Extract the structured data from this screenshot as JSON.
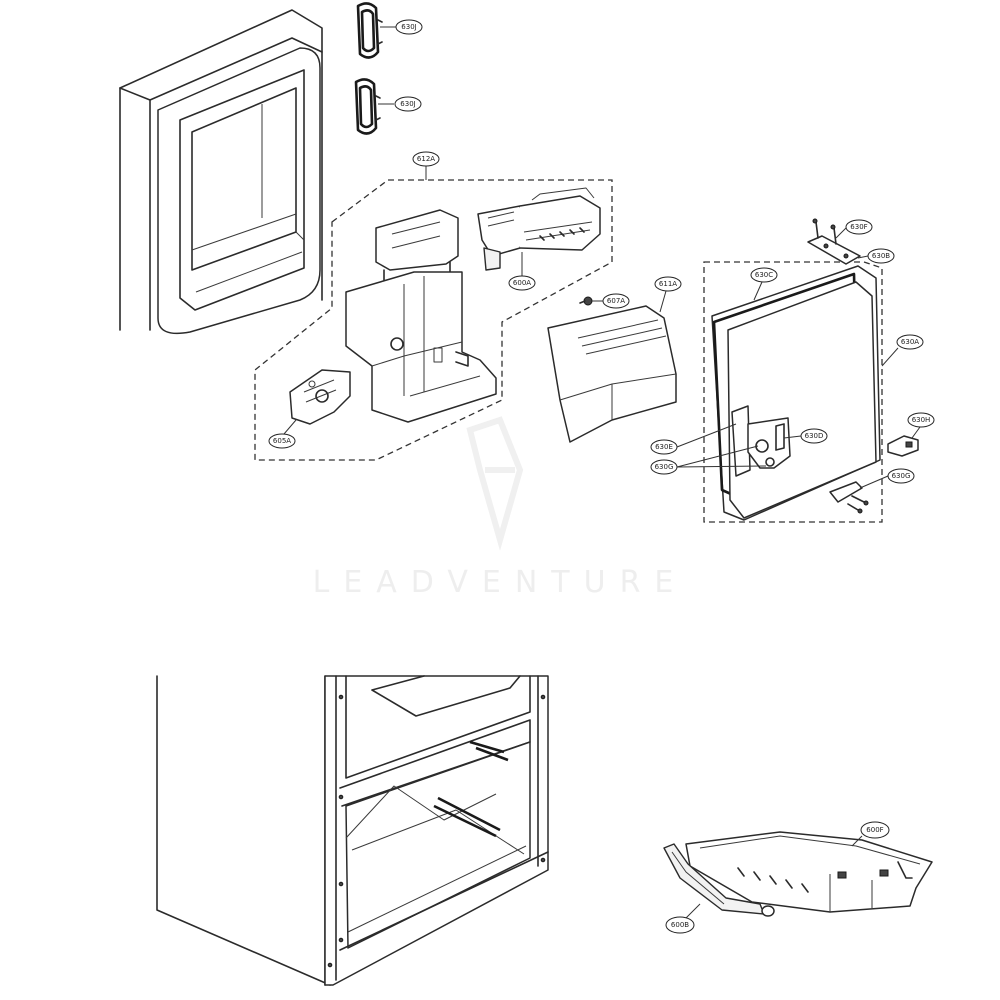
{
  "diagram": {
    "callouts": [
      {
        "id": "c-630j-a",
        "label": "630J"
      },
      {
        "id": "c-630j-b",
        "label": "630J"
      },
      {
        "id": "c-612a",
        "label": "612A"
      },
      {
        "id": "c-600a",
        "label": "600A"
      },
      {
        "id": "c-607a",
        "label": "607A"
      },
      {
        "id": "c-611a",
        "label": "611A"
      },
      {
        "id": "c-605a",
        "label": "605A"
      },
      {
        "id": "c-630c",
        "label": "630C"
      },
      {
        "id": "c-630f",
        "label": "630F"
      },
      {
        "id": "c-630b",
        "label": "630B"
      },
      {
        "id": "c-630a",
        "label": "630A"
      },
      {
        "id": "c-630h",
        "label": "630H"
      },
      {
        "id": "c-630d",
        "label": "630D"
      },
      {
        "id": "c-630e",
        "label": "630E"
      },
      {
        "id": "c-630g-a",
        "label": "630G"
      },
      {
        "id": "c-630g-b",
        "label": "630G"
      },
      {
        "id": "c-600f",
        "label": "600F"
      },
      {
        "id": "c-600b",
        "label": "600B"
      }
    ],
    "watermark": "LEADVENTURE"
  }
}
